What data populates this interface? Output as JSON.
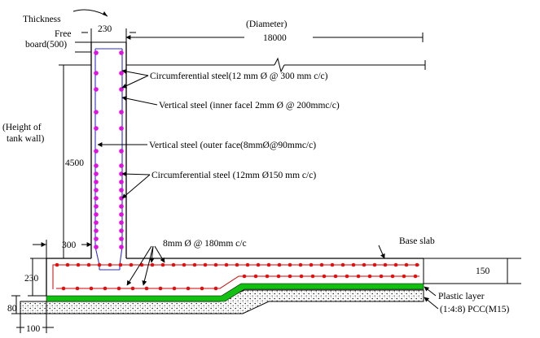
{
  "labels": {
    "thickness": "Thickness",
    "wall_thickness": "230",
    "free_board_1": "Free",
    "free_board_2": "board(500)",
    "diameter_label": "(Diameter)",
    "diameter_value": "18000",
    "height_1": "(Height of",
    "height_2": "tank wall)",
    "height_value": "4500",
    "circ_steel_top": "Circumferential steel(12 mm Ø @ 300 mm c/c)",
    "vertical_inner": "Vertical steel (inner facel 2mm Ø @ 200mmc/c)",
    "vertical_outer": "Vertical steel (outer face(8mmØ@90mmc/c)",
    "circ_steel_bottom": "Circumferential steel (12mm Ø150 mm c/c)",
    "projection": "300",
    "base_bars": "8mm Ø @ 180mm c/c",
    "base_slab": "Base slab",
    "slab_thickness": "230",
    "slab_150": "150",
    "pcc_thickness": "80",
    "pcc_projection": "100",
    "plastic_layer": "Plastic  layer",
    "pcc": "(1:4:8) PCC(M15)"
  },
  "colors": {
    "rebar_dots_wall": "#e010e0",
    "rebar_dots_slab": "#e01010",
    "rebar_lines_slab": "#d00000",
    "vertical_bars": "#2f2fd6",
    "plastic_layer": "#11c011"
  }
}
